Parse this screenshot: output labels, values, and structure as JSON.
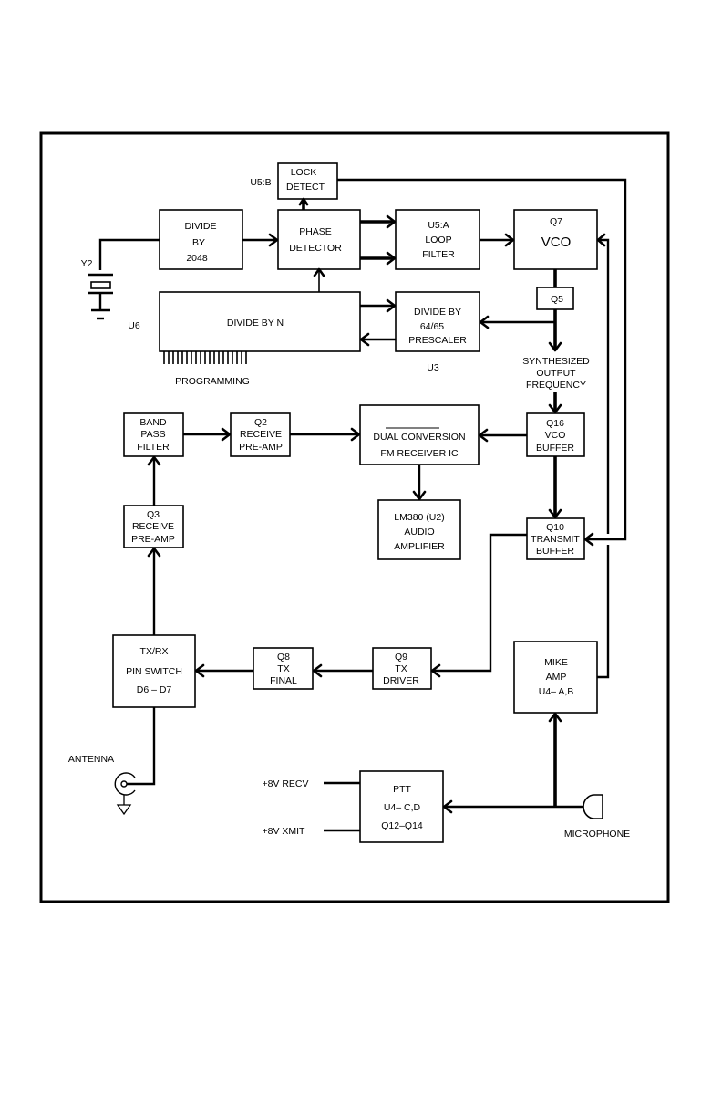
{
  "diagram": {
    "title": "",
    "blocks": {
      "lock_detect": {
        "lines": [
          "LOCK",
          "DETECT"
        ],
        "ref": "U5:B"
      },
      "divide_2048": {
        "lines": [
          "DIVIDE",
          "BY",
          "2048"
        ]
      },
      "phase_detector": {
        "lines": [
          "PHASE",
          "DETECTOR"
        ]
      },
      "loop_filter": {
        "lines": [
          "U5:A",
          "LOOP",
          "FILTER"
        ]
      },
      "vco": {
        "lines": [
          "Q7",
          "VCO"
        ]
      },
      "q5": {
        "lines": [
          "Q5"
        ]
      },
      "divide_n": {
        "lines": [
          "DIVIDE BY N"
        ],
        "ref": "U6"
      },
      "prescaler": {
        "lines": [
          "DIVIDE BY",
          "64/65",
          "PRESCALER"
        ],
        "ref": "U3"
      },
      "band_pass": {
        "lines": [
          "BAND",
          "PASS",
          "FILTER"
        ]
      },
      "q2_preamp": {
        "lines": [
          "Q2",
          "RECEIVE",
          "PRE-AMP"
        ]
      },
      "fm_receiver": {
        "lines": [
          "DUAL CONVERSION",
          "FM RECEIVER IC"
        ]
      },
      "vco_buffer": {
        "lines": [
          "Q16",
          "VCO",
          "BUFFER"
        ]
      },
      "q3_preamp": {
        "lines": [
          "Q3",
          "RECEIVE",
          "PRE-AMP"
        ]
      },
      "audio_amp": {
        "lines": [
          "LM380 (U2)",
          "AUDIO",
          "AMPLIFIER"
        ]
      },
      "transmit_buffer": {
        "lines": [
          "Q10",
          "TRANSMIT",
          "BUFFER"
        ]
      },
      "pin_switch": {
        "lines": [
          "TX/RX",
          "PIN SWITCH",
          "D6  –  D7"
        ]
      },
      "tx_final": {
        "lines": [
          "Q8",
          "TX",
          "FINAL"
        ]
      },
      "tx_driver": {
        "lines": [
          "Q9",
          "TX",
          "DRIVER"
        ]
      },
      "mike_amp": {
        "lines": [
          "MIKE",
          "AMP",
          "U4– A,B"
        ]
      },
      "ptt": {
        "lines": [
          "PTT",
          "U4– C,D",
          "Q12–Q14"
        ]
      }
    },
    "labels": {
      "crystal": "Y2",
      "programming": "PROGRAMMING",
      "synthesized": [
        "SYNTHESIZED",
        "OUTPUT",
        "FREQUENCY"
      ],
      "antenna": "ANTENNA",
      "recv_supply": "+8V RECV",
      "xmit_supply": "+8V XMIT",
      "microphone": "MICROPHONE"
    }
  }
}
